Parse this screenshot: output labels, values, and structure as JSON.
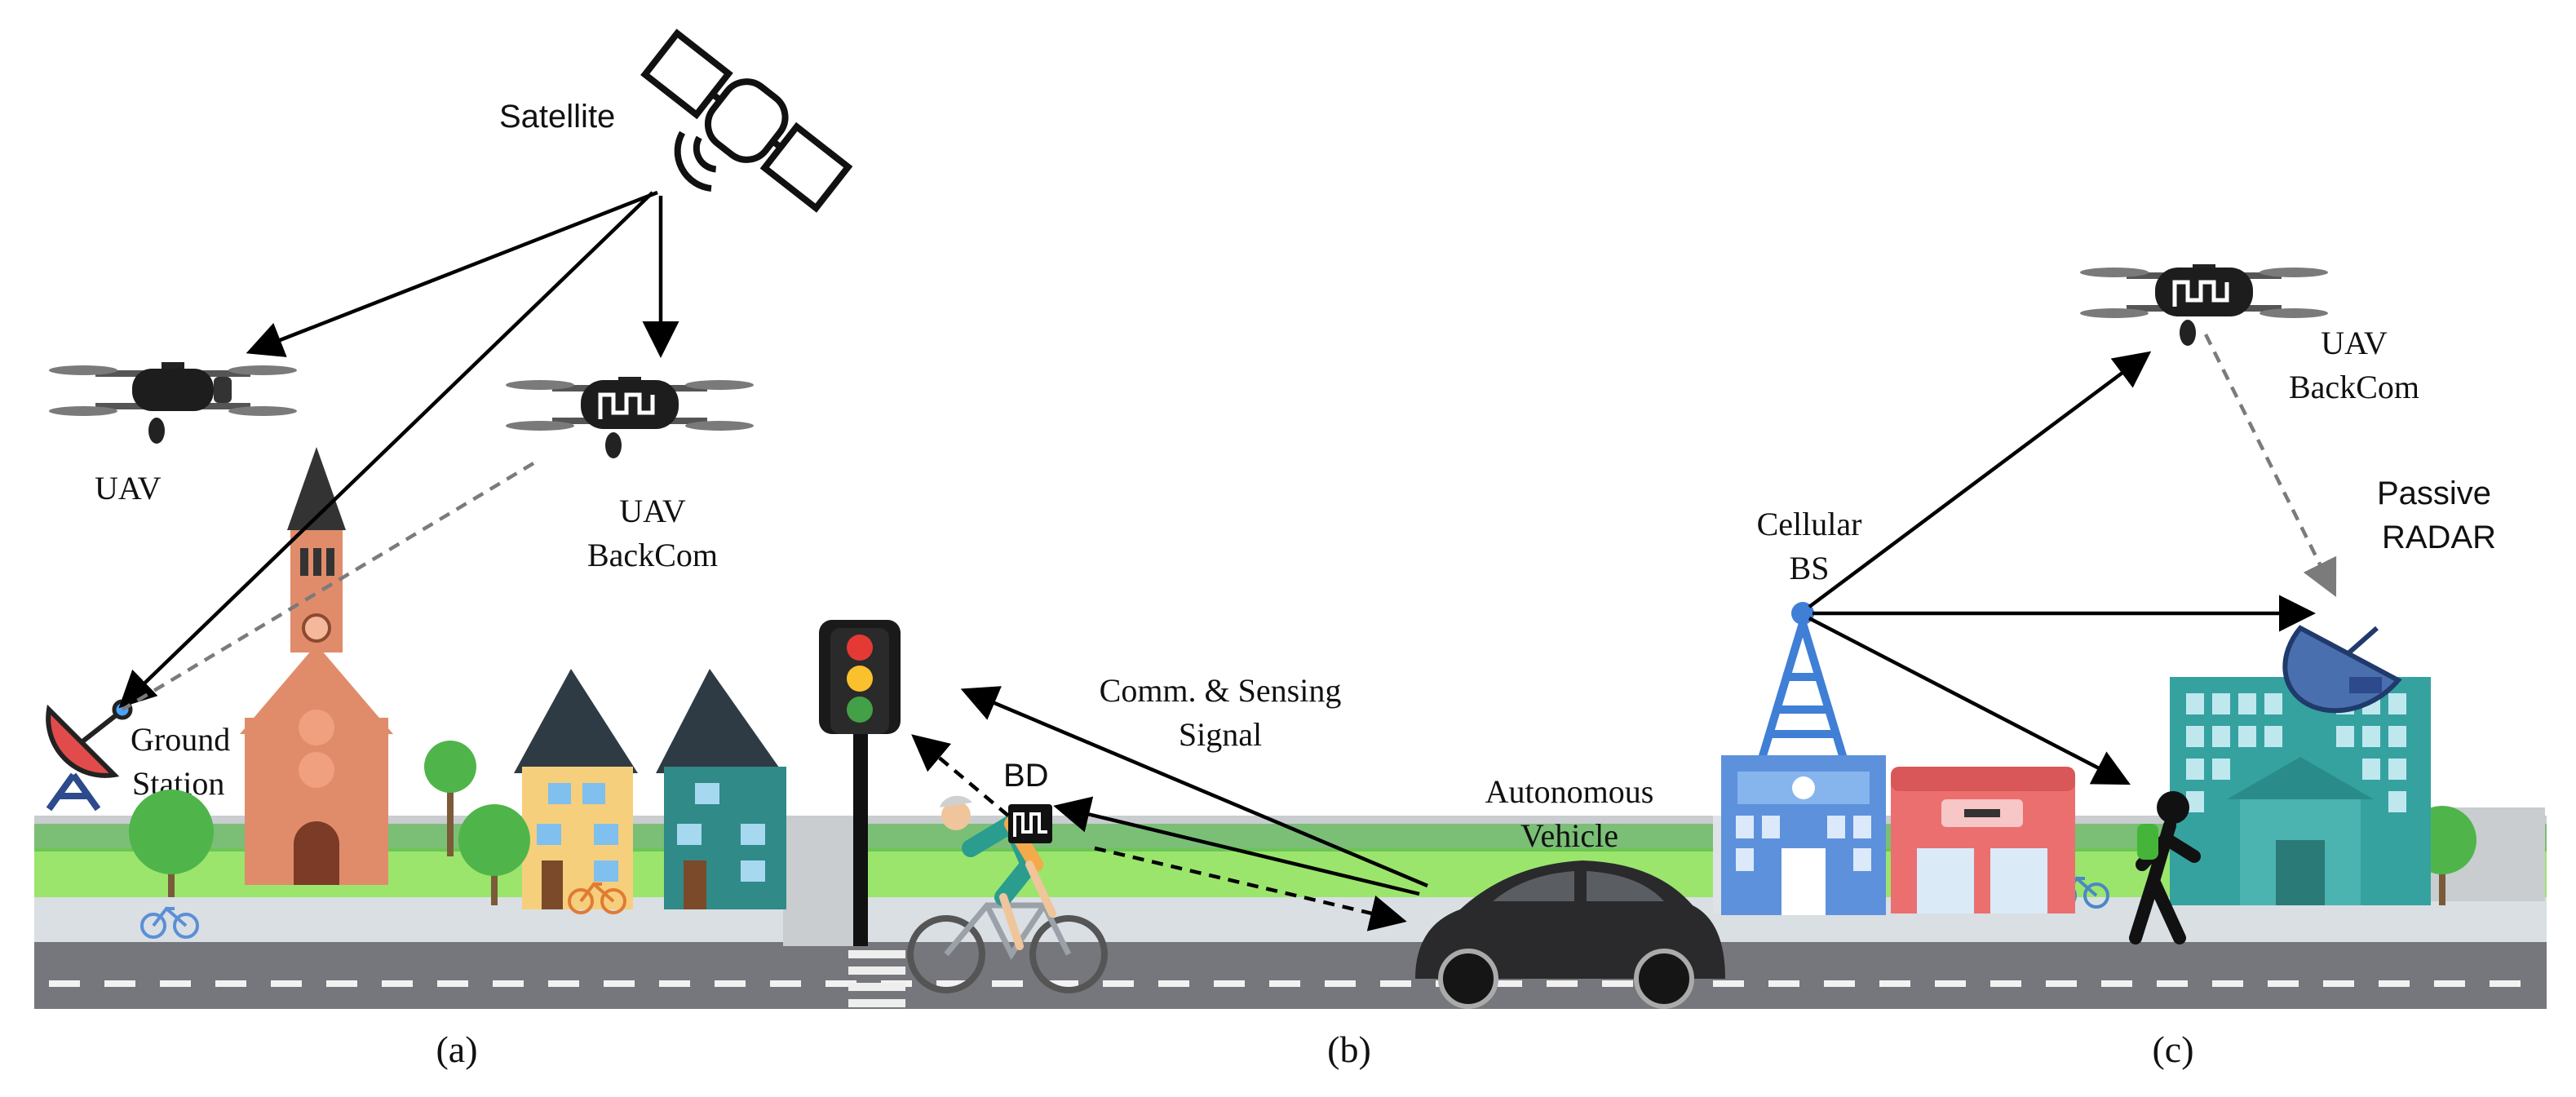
{
  "labels": {
    "satellite": "Satellite",
    "uav_left": "UAV",
    "uav_backcom_left_line1": "UAV",
    "uav_backcom_left_line2": "BackCom",
    "ground_station_line1": "Ground",
    "ground_station_line2": "Station",
    "comm_signal_line1": "Comm. & Sensing",
    "comm_signal_line2": "Signal",
    "bd": "BD",
    "autonomous_vehicle_line1": "Autonomous",
    "autonomous_vehicle_line2": "Vehicle",
    "cellular_bs_line1": "Cellular",
    "cellular_bs_line2": "BS",
    "uav_backcom_right_line1": "UAV",
    "uav_backcom_right_line2": "BackCom",
    "passive_radar_line1": "Passive",
    "passive_radar_line2": "RADAR"
  },
  "captions": {
    "a": "(a)",
    "b": "(b)",
    "c": "(c)"
  },
  "colors": {
    "road": "#76777c",
    "grass": "#9be56c",
    "hedge": "#59b94e",
    "sidewalk": "#d9dfe3",
    "church": "#e08c6a",
    "building_blue": "#5d91dc",
    "shop_red": "#ec6f70",
    "teal_building": "#35a2a0",
    "arrow": "#000000",
    "dashed_arrow": "#7b7b7b"
  }
}
